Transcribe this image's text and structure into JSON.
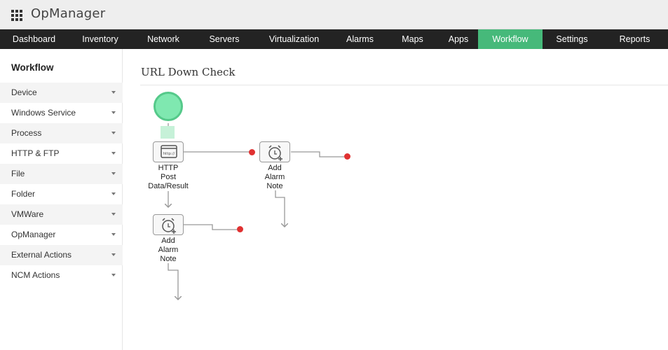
{
  "header": {
    "title": "OpManager"
  },
  "nav": {
    "items": [
      {
        "label": "Dashboard"
      },
      {
        "label": "Inventory"
      },
      {
        "label": "Network"
      },
      {
        "label": "Servers"
      },
      {
        "label": "Virtualization"
      },
      {
        "label": "Alarms"
      },
      {
        "label": "Maps"
      },
      {
        "label": "Apps"
      },
      {
        "label": "Workflow"
      },
      {
        "label": "Settings"
      },
      {
        "label": "Reports"
      }
    ],
    "active": "Workflow"
  },
  "sidebar": {
    "title": "Workflow",
    "items": [
      {
        "label": "Device"
      },
      {
        "label": "Windows Service"
      },
      {
        "label": "Process"
      },
      {
        "label": "HTTP & FTP"
      },
      {
        "label": "File"
      },
      {
        "label": "Folder"
      },
      {
        "label": "VMWare"
      },
      {
        "label": "OpManager"
      },
      {
        "label": "External Actions"
      },
      {
        "label": "NCM Actions"
      }
    ]
  },
  "main": {
    "title": "URL Down Check"
  },
  "workflow": {
    "nodes": [
      {
        "id": "http",
        "icon": "http-browser-icon",
        "label_lines": [
          "HTTP",
          "Post",
          "Data/Result"
        ]
      },
      {
        "id": "alarm1",
        "icon": "alarm-clock-add-icon",
        "label_lines": [
          "Add",
          "Alarm",
          "Note"
        ]
      },
      {
        "id": "alarm2",
        "icon": "alarm-clock-add-icon",
        "label_lines": [
          "Add",
          "Alarm",
          "Note"
        ]
      }
    ],
    "colors": {
      "start": "#7fe8b0",
      "start_border": "#55c98a",
      "end": "#e03131",
      "connector": "#999999",
      "active_nav": "#46b97a"
    }
  }
}
